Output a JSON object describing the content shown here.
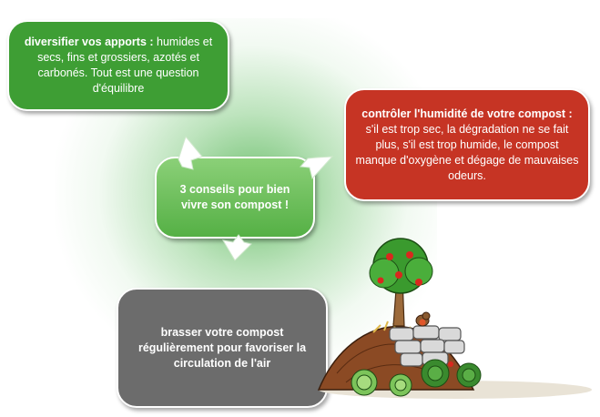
{
  "center": {
    "text": "3 conseils pour bien vivre son compost !"
  },
  "tips": {
    "diversify": {
      "lead": "diversifier vos apports :",
      "body": " humides et secs, fins et grossiers, azotés et carbonés. Tout est une question d'équilibre"
    },
    "humidity": {
      "lead": "contrôler l'humidité de votre compost :",
      "body": " s'il est trop sec, la dégradation ne se fait plus, s'il est trop humide, le compost manque d'oxygène et dégage de mauvaises odeurs."
    },
    "stir": {
      "text": "brasser votre compost régulièrement pour favoriser la circulation de l'air"
    }
  },
  "colors": {
    "green": "#3e9e34",
    "red": "#c63424",
    "grey": "#6c6c6c",
    "center": "#6cc05a"
  },
  "icons": [
    "arrow-to-diversify-icon",
    "arrow-to-humidity-icon",
    "arrow-to-stir-icon",
    "compost-garden-illustration"
  ]
}
